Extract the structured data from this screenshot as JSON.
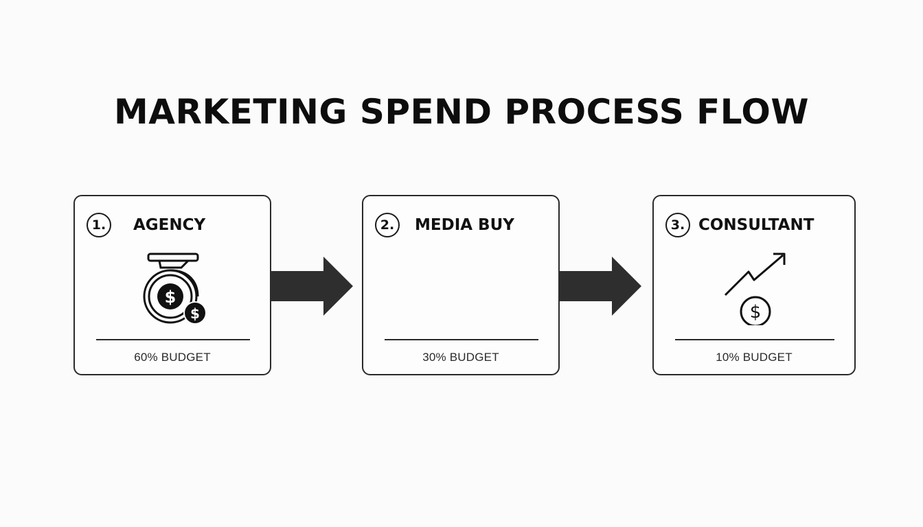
{
  "title": "MARKETING SPEND PROCESS FLOW",
  "steps": [
    {
      "number": "1.",
      "label": "AGENCY",
      "budget": "60% BUDGET",
      "icon": "money-bag-icon"
    },
    {
      "number": "2.",
      "label": "MEDIA BUY",
      "budget": "30% BUDGET",
      "icon": ""
    },
    {
      "number": "3.",
      "label": "CONSULTANT",
      "budget": "10% BUDGET",
      "icon": "growth-dollar-icon"
    }
  ],
  "colors": {
    "background": "#fbfbfb",
    "ink": "#111111",
    "arrow": "#2e2e2e",
    "border": "#2a2a2a"
  }
}
